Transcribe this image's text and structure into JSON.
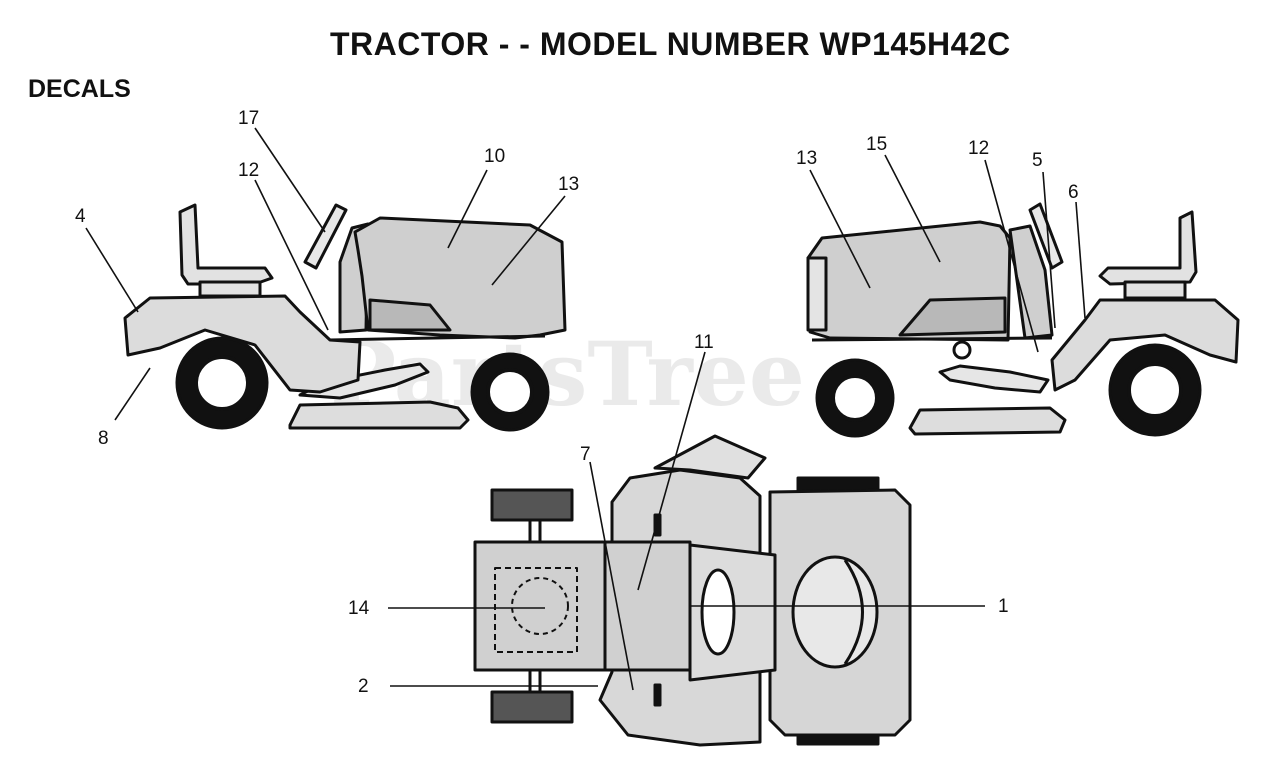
{
  "title": "TRACTOR - - MODEL NUMBER WP145H42C",
  "section": "DECALS",
  "watermark": "PartsTree",
  "colors": {
    "ink": "#111111",
    "body": "#d9d9d9",
    "tire": "#111111",
    "background": "#ffffff"
  },
  "callouts": {
    "c1": "1",
    "c2": "2",
    "c4": "4",
    "c5": "5",
    "c6": "6",
    "c7": "7",
    "c8": "8",
    "c10": "10",
    "c11": "11",
    "c12_left": "12",
    "c12_right": "12",
    "c13_left": "13",
    "c13_right": "13",
    "c14": "14",
    "c15": "15",
    "c17": "17"
  }
}
